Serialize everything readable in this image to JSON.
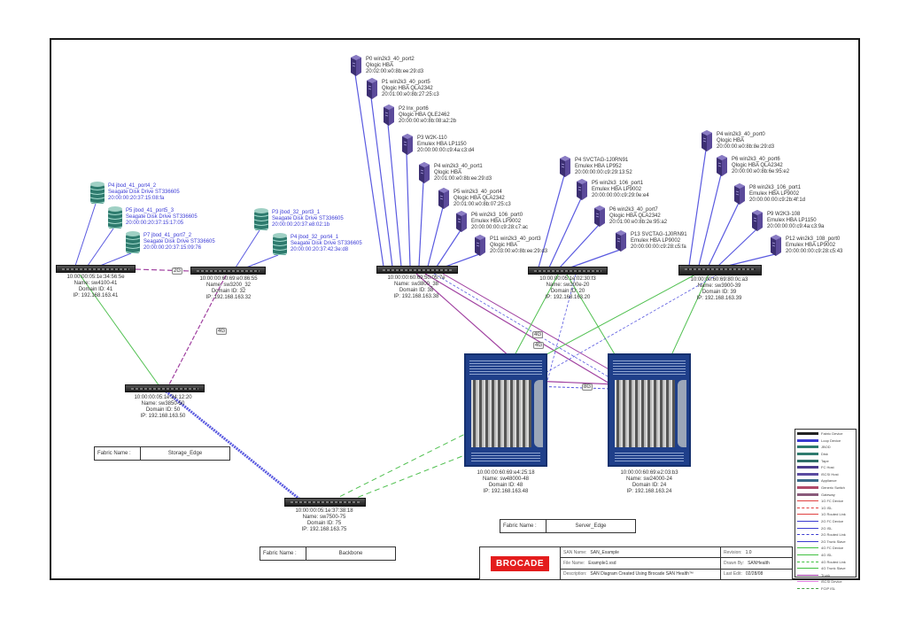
{
  "hosts_group_a": [
    {
      "port": "P0 win2k3_40_port2",
      "model": "Qlogic HBA",
      "wwn": "20:02:00:e0:8b:ee:29:d3"
    },
    {
      "port": "P1 win2k3_40_port5",
      "model": "Qlogic HBA QLA2342",
      "wwn": "20:01:00:e0:8b:27:25:c3"
    },
    {
      "port": "P2 lnx_port6",
      "model": "Qlogic HBA QLE2462",
      "wwn": "20:00:00:e0:8b:08:a2:2b"
    },
    {
      "port": "P3 W2K-110",
      "model": "Emulex HBA LP1150",
      "wwn": "20:00:00:00:c9:4a:c3:d4"
    },
    {
      "port": "P4 win2k3_40_port1",
      "model": "Qlogic HBA",
      "wwn": "20:01:00:e0:8b:ee:29:d3"
    },
    {
      "port": "P5 win2k3_40_port4",
      "model": "Qlogic HBA QLA2342",
      "wwn": "20:01:00:e0:8b:07:25:c3"
    },
    {
      "port": "P6 win2k3_106_port0",
      "model": "Emulex HBA LP9002",
      "wwn": "20:00:00:00:c9:28:c7:ac"
    },
    {
      "port": "P11 win2k3_40_port3",
      "model": "Qlogic HBA",
      "wwn": "20:03:00:e0:8b:ee:29:d3"
    }
  ],
  "hosts_group_b": [
    {
      "port": "P4 SVCTAG-1J0RN91",
      "model": "Emulex HBA LP952",
      "wwn": "20:00:00:00:c9:29:13:52"
    },
    {
      "port": "P5 win2k3_106_port1",
      "model": "Emulex HBA LP9002",
      "wwn": "20:00:00:00:c9:29:0e:e4"
    },
    {
      "port": "P6 win2k3_40_port7",
      "model": "Qlogic HBA QLA2342",
      "wwn": "20:01:00:e0:8b:2e:95:a2"
    },
    {
      "port": "P13 SVCTAG-1J0RN91",
      "model": "Emulex HBA LP9002",
      "wwn": "20:00:00:00:c9:28:c5:fa"
    }
  ],
  "hosts_group_c": [
    {
      "port": "P4 win2k3_40_port0",
      "model": "Qlogic HBA",
      "wwn": "20:00:00:e0:8b:8e:29:d3"
    },
    {
      "port": "P6 win2k3_40_port6",
      "model": "Qlogic HBA QLA2342",
      "wwn": "20:00:00:e0:8b:6e:95:e2"
    },
    {
      "port": "P8 win2k3_106_port1",
      "model": "Emulex HBA LP9002",
      "wwn": "20:00:00:00:c9:2b:4f:1d"
    },
    {
      "port": "P9 W2K3-108",
      "model": "Emulex HBA LP1150",
      "wwn": "20:00:00:00:c9:4a:c3:9a"
    },
    {
      "port": "P12 win2k3_108_port0",
      "model": "Emulex HBA LP9002",
      "wwn": "20:00:00:00:c9:28:c5:43"
    }
  ],
  "disks_group_a": [
    {
      "port": "P4 jbod_41_port4_2",
      "model": "Seagate Disk Drive ST336605",
      "wwn": "20:00:00:20:37:15:08:fa"
    },
    {
      "port": "P5 jbod_41_port5_3",
      "model": "Seagate Disk Drive ST336605",
      "wwn": "20:00:00:20:37:15:17:05"
    },
    {
      "port": "P7 jbod_41_port7_2",
      "model": "Seagate Disk Drive ST336605",
      "wwn": "20:00:00:20:37:15:09:76"
    }
  ],
  "disks_group_b": [
    {
      "port": "P3 jbod_32_port3_1",
      "model": "Seagate Disk Drive ST336605",
      "wwn": "20:00:00:20:37:e8:02:1b"
    },
    {
      "port": "P4 jbod_32_port4_1",
      "model": "Seagate Disk Drive ST336605",
      "wwn": "20:00:00:20:37:42:3e:d8"
    }
  ],
  "switches": {
    "sw4100": {
      "wwn": "10:00:00:05:1e:34:56:5e",
      "name": "Name: sw4100-41",
      "domain": "Domain ID: 41",
      "ip": "IP: 192.168.163.41"
    },
    "sw3200": {
      "wwn": "10:00:00:60:69:e0:86:55",
      "name": "Name: sw3200_32",
      "domain": "Domain ID: 32",
      "ip": "IP: 192.168.163.32"
    },
    "sw3800": {
      "wwn": "10:00:00:60:69:50:05:7e",
      "name": "Name: sw3800_38",
      "domain": "Domain ID: 38",
      "ip": "IP: 192.168.163.38"
    },
    "sw200e": {
      "wwn": "10:00:00:05:1e:02:30:f3",
      "name": "Name: sw200e-20",
      "domain": "Domain ID: 20",
      "ip": "IP: 192.168.163.20"
    },
    "sw3900": {
      "wwn": "10:00:00:60:69:80:0c:a3",
      "name": "Name: sw3900-39",
      "domain": "Domain ID: 39",
      "ip": "IP: 192.168.163.39"
    },
    "sw3850": {
      "wwn": "10:00:00:05:1e:34:12:20",
      "name": "Name: sw3850-50",
      "domain": "Domain ID: 50",
      "ip": "IP: 192.168.163.50"
    },
    "sw7500": {
      "wwn": "10:00:00:05:1e:37:38:18",
      "name": "Name: sw7500-75",
      "domain": "Domain ID: 75",
      "ip": "IP: 192.168.163.75"
    },
    "sw48000": {
      "wwn": "10:00:00:60:69:e4:25:18",
      "name": "Name: sw48000-48",
      "domain": "Domain ID: 48",
      "ip": "IP: 192.168.163.48"
    },
    "sw24000": {
      "wwn": "10:00:00:60:69:e2:03:b3",
      "name": "Name: sw24000-24",
      "domain": "Domain ID: 24",
      "ip": "IP: 192.168.163.24"
    }
  },
  "link_speeds": {
    "isl_a": "2G",
    "isl_b": "4G",
    "trunk_a": "4G",
    "trunk_b": "4G",
    "dir_link": "8G"
  },
  "fabrics": [
    {
      "key": "Fabric Name :",
      "value": "Storage_Edge"
    },
    {
      "key": "Fabric Name :",
      "value": "Backbone"
    },
    {
      "key": "Fabric Name :",
      "value": "Server_Edge"
    }
  ],
  "title_block": {
    "brand": "BROCADE",
    "san_name_key": "SAN Name:",
    "san_name": "SAN_Example",
    "file_name_key": "File Name:",
    "file_name": "Example1.vsd",
    "description_key": "Description:",
    "description": "SAN Diagram Created Using Brocade SAN Health™",
    "revision_key": "Revision:",
    "revision": "1.0",
    "drawn_by_key": "Drawn By:",
    "drawn_by": "SANHealth",
    "last_edit_key": "Last Edit:",
    "last_edit": "02/28/08"
  },
  "legend": {
    "items": [
      {
        "label": "Fabric Device",
        "color": "#222222"
      },
      {
        "label": "Loop Device",
        "color": "#3a3ad0"
      },
      {
        "label": "JBOD",
        "color": "#2e7b6e"
      },
      {
        "label": "Disk",
        "color": "#2e7b6e"
      },
      {
        "label": "Tape",
        "color": "#2e6e66"
      },
      {
        "label": "FC Host",
        "color": "#4b3c8c"
      },
      {
        "label": "iSCSI Host",
        "color": "#5a4aa0"
      },
      {
        "label": "Appliance",
        "color": "#3a6a8a"
      },
      {
        "label": "Generic Switch",
        "color": "#b04a6a"
      },
      {
        "label": "Gateway",
        "color": "#8a5a7a"
      },
      {
        "label": "1G FC Device",
        "color": "#e04040"
      },
      {
        "label": "1G ISL",
        "color": "#e04040"
      },
      {
        "label": "1G Routed Link",
        "color": "#e04040"
      },
      {
        "label": "2G FC Device",
        "color": "#3a3ad0"
      },
      {
        "label": "2G ISL",
        "color": "#3a3ad0"
      },
      {
        "label": "2G Routed Link",
        "color": "#3a3ad0"
      },
      {
        "label": "2G Trunk Slave",
        "color": "#3a3ad0"
      },
      {
        "label": "4G FC Device",
        "color": "#40c040"
      },
      {
        "label": "4G ISL",
        "color": "#40c040"
      },
      {
        "label": "4G Routed Link",
        "color": "#40c040"
      },
      {
        "label": "4G Trunk Slave",
        "color": "#40c040"
      },
      {
        "label": "Trunk",
        "color": "#9a30a0"
      },
      {
        "label": "iSCSI Device",
        "color": "#e080e0"
      },
      {
        "label": "FCIP ISL",
        "color": "#40a040"
      }
    ]
  },
  "colors": {
    "host": "#4b3c8c",
    "disk": "#2e7b6e",
    "link_blue": "#5a5ae0",
    "link_green": "#50c050",
    "link_purple": "#a040a0",
    "director": "#1f3f8a",
    "brand_red": "#e41d1d"
  }
}
